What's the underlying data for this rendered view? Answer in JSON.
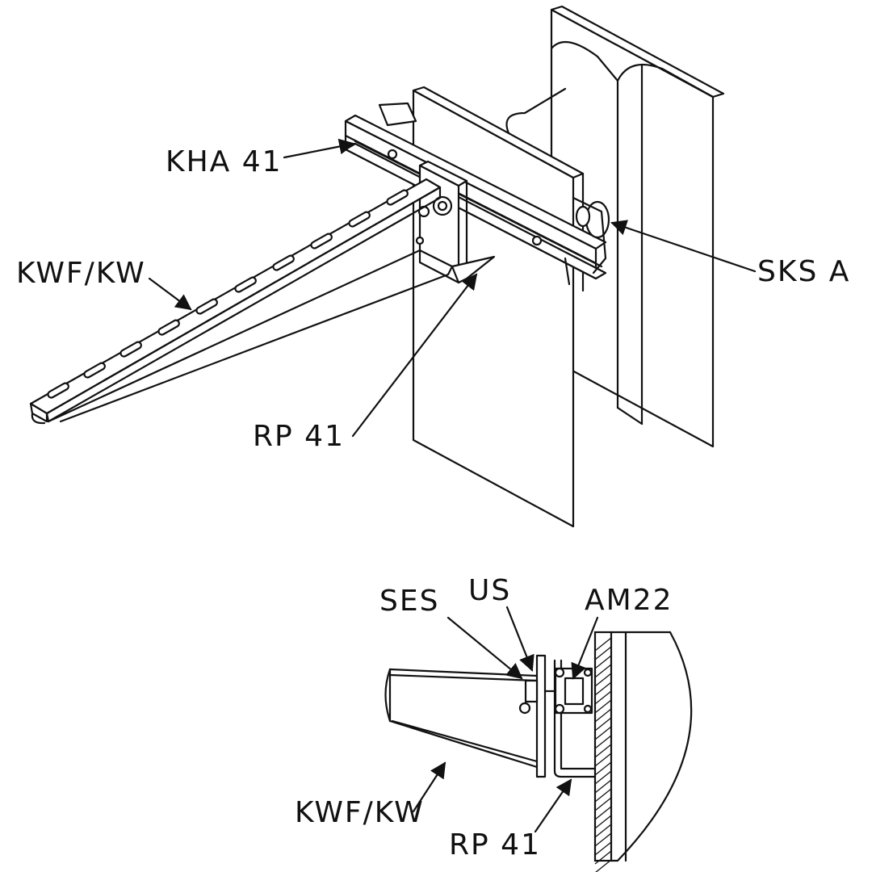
{
  "labels": {
    "kha41": "KHA 41",
    "kwf_kw_top": "KWF/KW",
    "sks_a": "SKS A",
    "rp41_top": "RP 41",
    "ses": "SES",
    "us": "US",
    "am22": "AM22",
    "kwf_kw_bottom": "KWF/KW",
    "rp41_bottom": "RP 41"
  }
}
